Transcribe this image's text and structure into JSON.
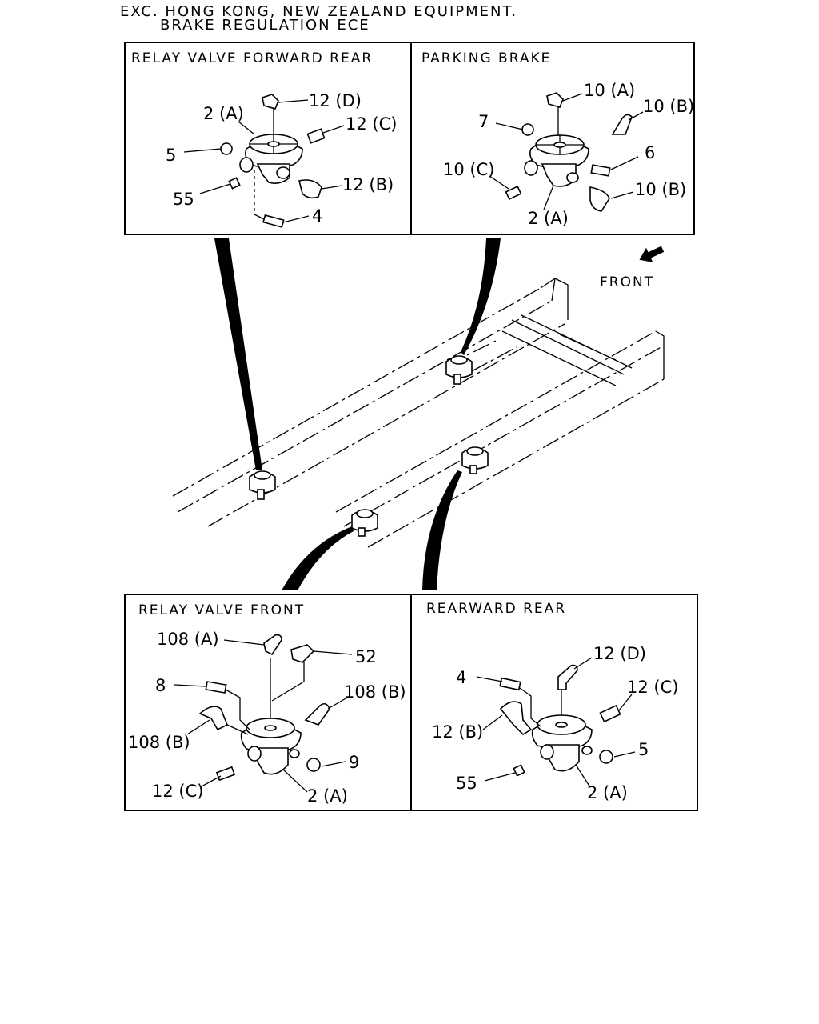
{
  "header": {
    "line1": "EXC. HONG KONG, NEW ZEALAND EQUIPMENT.",
    "line2": "BRAKE REGULATION ECE"
  },
  "panels": {
    "relay_forward_rear": {
      "title": "RELAY VALVE FORWARD REAR",
      "labels": [
        "12 (D)",
        "2 (A)",
        "12 (C)",
        "5",
        "12 (B)",
        "55",
        "4"
      ]
    },
    "parking_brake": {
      "title": "PARKING BRAKE",
      "labels": [
        "10 (A)",
        "10 (B)",
        "7",
        "6",
        "10 (C)",
        "10 (B)",
        "2 (A)"
      ]
    },
    "relay_front": {
      "title": "RELAY VALVE FRONT",
      "labels": [
        "108 (A)",
        "52",
        "8",
        "108 (B)",
        "108 (B)",
        "9",
        "12 (C)",
        "2 (A)"
      ]
    },
    "rearward_rear": {
      "title": "REARWARD REAR",
      "labels": [
        "12 (D)",
        "4",
        "12 (C)",
        "12 (B)",
        "5",
        "55",
        "2 (A)"
      ]
    }
  },
  "front_label": "FRONT"
}
